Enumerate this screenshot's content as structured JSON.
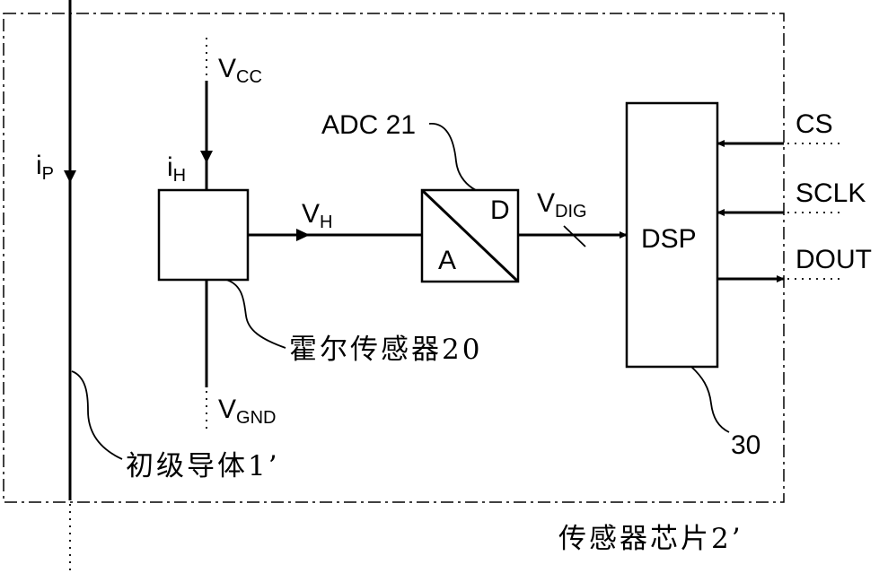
{
  "labels": {
    "vcc_main": "V",
    "vcc_sub": "CC",
    "ip_main": "i",
    "ip_sub": "P",
    "ih_main": "i",
    "ih_sub": "H",
    "vh_main": "V",
    "vh_sub": "H",
    "adc": "ADC 21",
    "adc_a": "A",
    "adc_d": "D",
    "vdig_main": "V",
    "vdig_sub": "DIG",
    "dsp": "DSP",
    "cs": "CS",
    "sclk": "SCLK",
    "dout": "DOUT",
    "hall": "霍尔传感器20",
    "vgnd_main": "V",
    "vgnd_sub": "GND",
    "dsp_ref": "30",
    "primary": "初级导体1’",
    "chip": "传感器芯片2’"
  }
}
